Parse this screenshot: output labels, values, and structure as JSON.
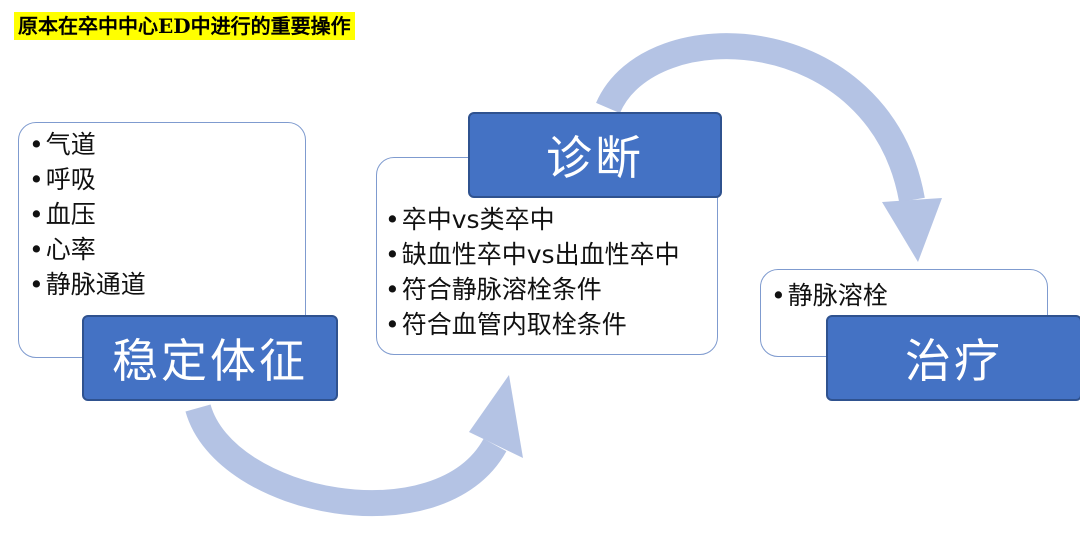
{
  "heading": "原本在卒中中心ED中进行的重要操作",
  "stages": [
    {
      "title": "稳定体征",
      "items": [
        "气道",
        "呼吸",
        "血压",
        "心率",
        "静脉通道"
      ]
    },
    {
      "title": "诊断",
      "items": [
        "卒中vs类卒中",
        "缺血性卒中vs出血性卒中",
        "符合静脉溶栓条件",
        "符合血管内取栓条件"
      ]
    },
    {
      "title": "治疗",
      "items": [
        "静脉溶栓"
      ]
    }
  ],
  "colors": {
    "title_fill": "#4472c4",
    "title_border": "#2f528f",
    "box_border": "#7f9bcf",
    "arrow": "#b4c3e4",
    "heading_highlight": "#ffff00"
  }
}
